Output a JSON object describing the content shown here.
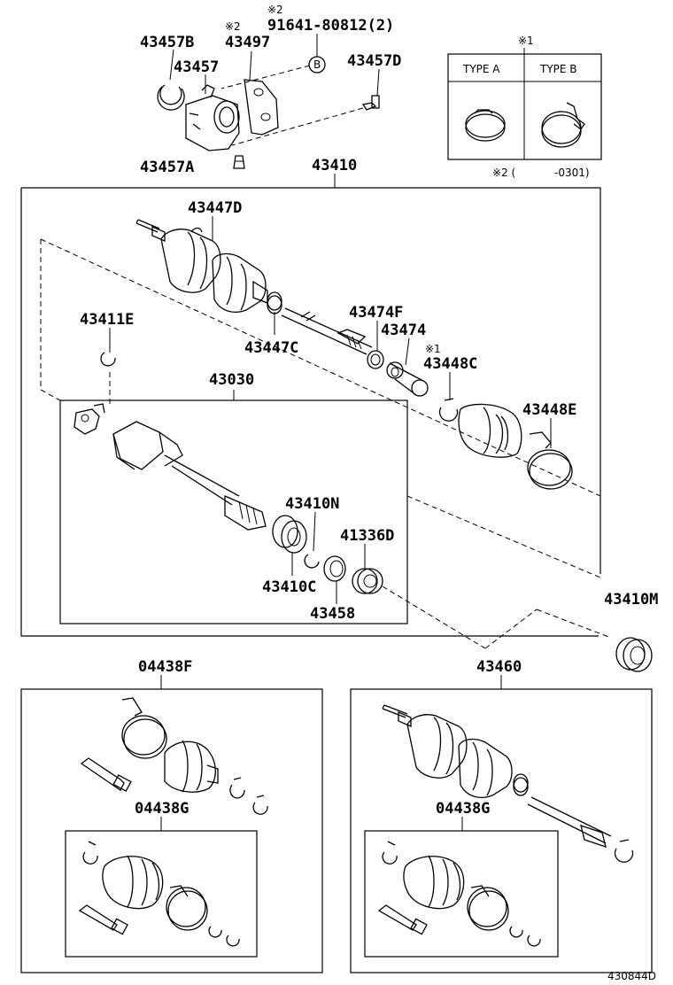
{
  "diagram_id": "430844D",
  "labels": {
    "p43457B": "43457B",
    "p43497_note": "※2",
    "p43497": "43497",
    "p91641_note": "※2",
    "p91641": "91641-80812(2)",
    "p43457": "43457",
    "p43457D": "43457D",
    "p43457A": "43457A",
    "p43410": "43410",
    "p43447D": "43447D",
    "p43411E": "43411E",
    "p43474F": "43474F",
    "p43447C": "43447C",
    "p43474": "43474",
    "p43448C_note": "※1",
    "p43448C": "43448C",
    "p43030": "43030",
    "p43448E": "43448E",
    "p43410N": "43410N",
    "p41336D": "41336D",
    "p43410C": "43410C",
    "p43458": "43458",
    "p43410M": "43410M",
    "p04438F": "04438F",
    "p43460": "43460",
    "p04438G_left": "04438G",
    "p04438G_right": "04438G",
    "circle_b": "B"
  },
  "type_table": {
    "note": "※1",
    "type_a": "TYPE A",
    "type_b": "TYPE B",
    "footnote_prefix": "※2 (",
    "footnote_suffix": "-0301)"
  }
}
